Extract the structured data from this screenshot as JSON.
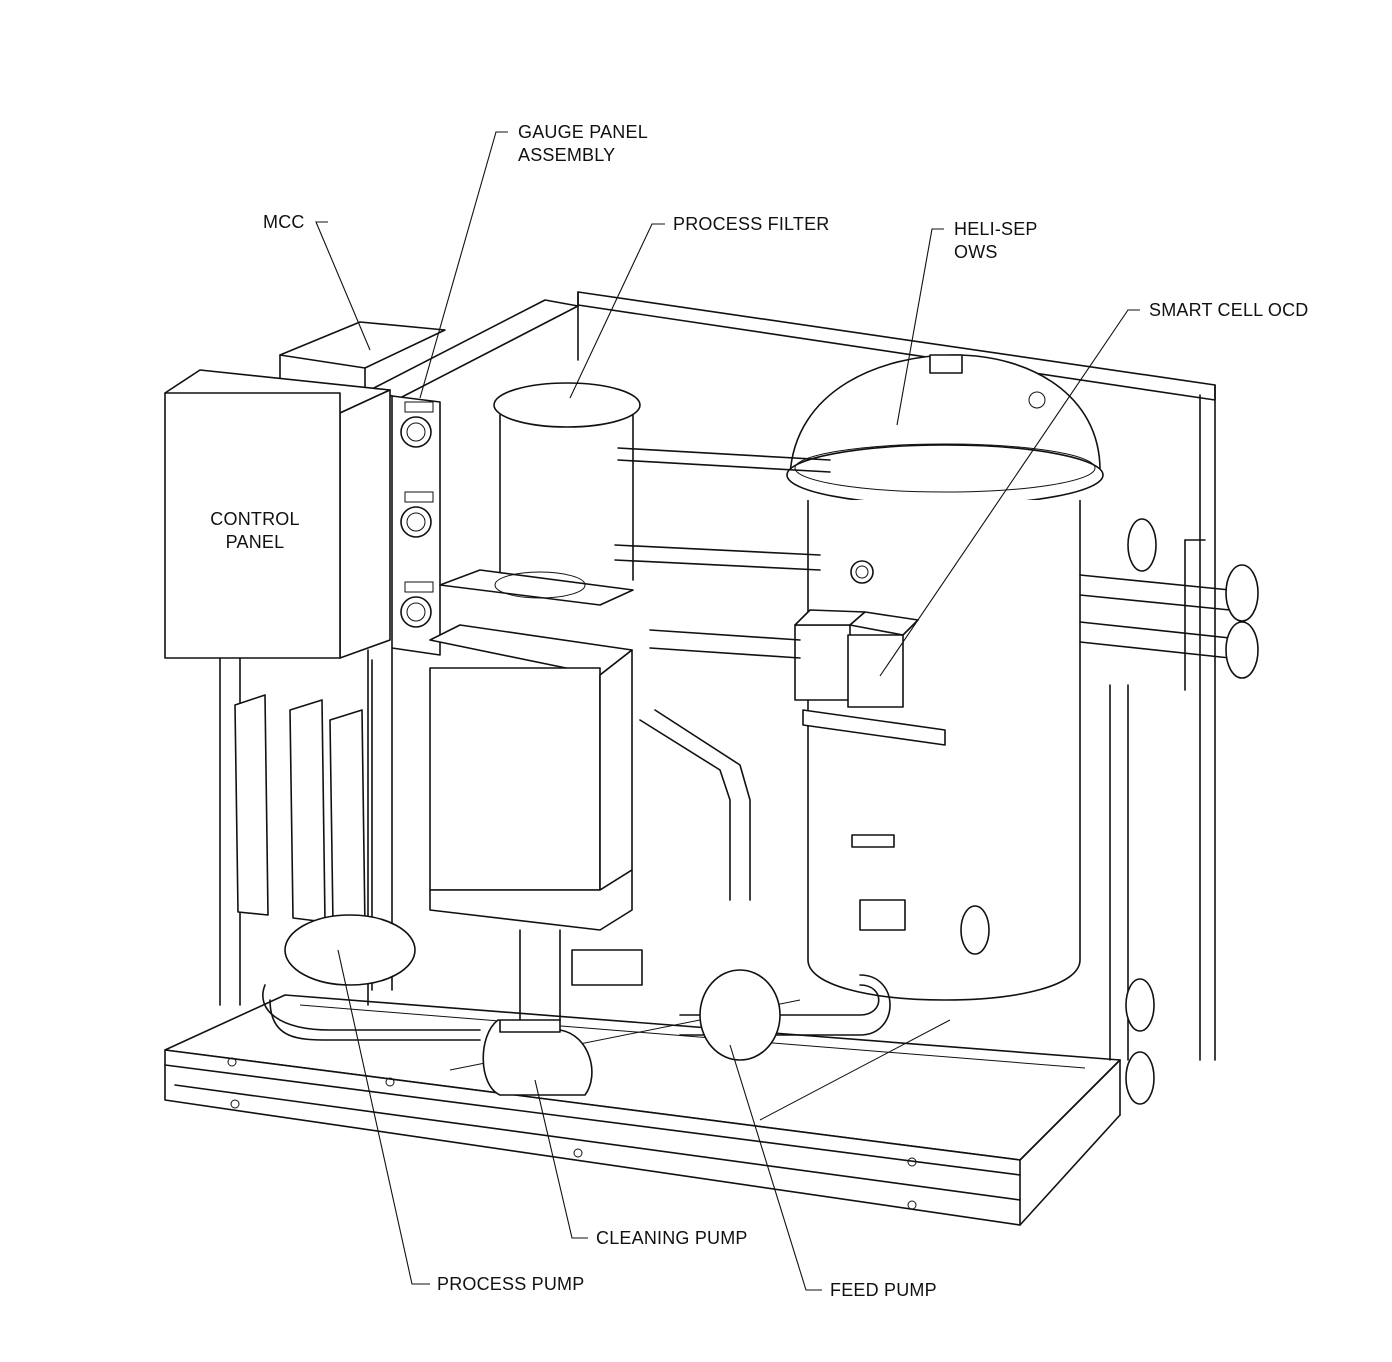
{
  "labels": {
    "gauge_panel": "GAUGE PANEL\nASSEMBLY",
    "mcc": "MCC",
    "process_filter": "PROCESS FILTER",
    "heli_sep": "HELI-SEP\nOWS",
    "smart_cell": "SMART CELL OCD",
    "control_panel": "CONTROL\nPANEL",
    "cleaning_pump": "CLEANING PUMP",
    "process_pump": "PROCESS PUMP",
    "feed_pump": "FEED PUMP"
  },
  "colors": {
    "line": "#111111",
    "background": "#ffffff"
  }
}
